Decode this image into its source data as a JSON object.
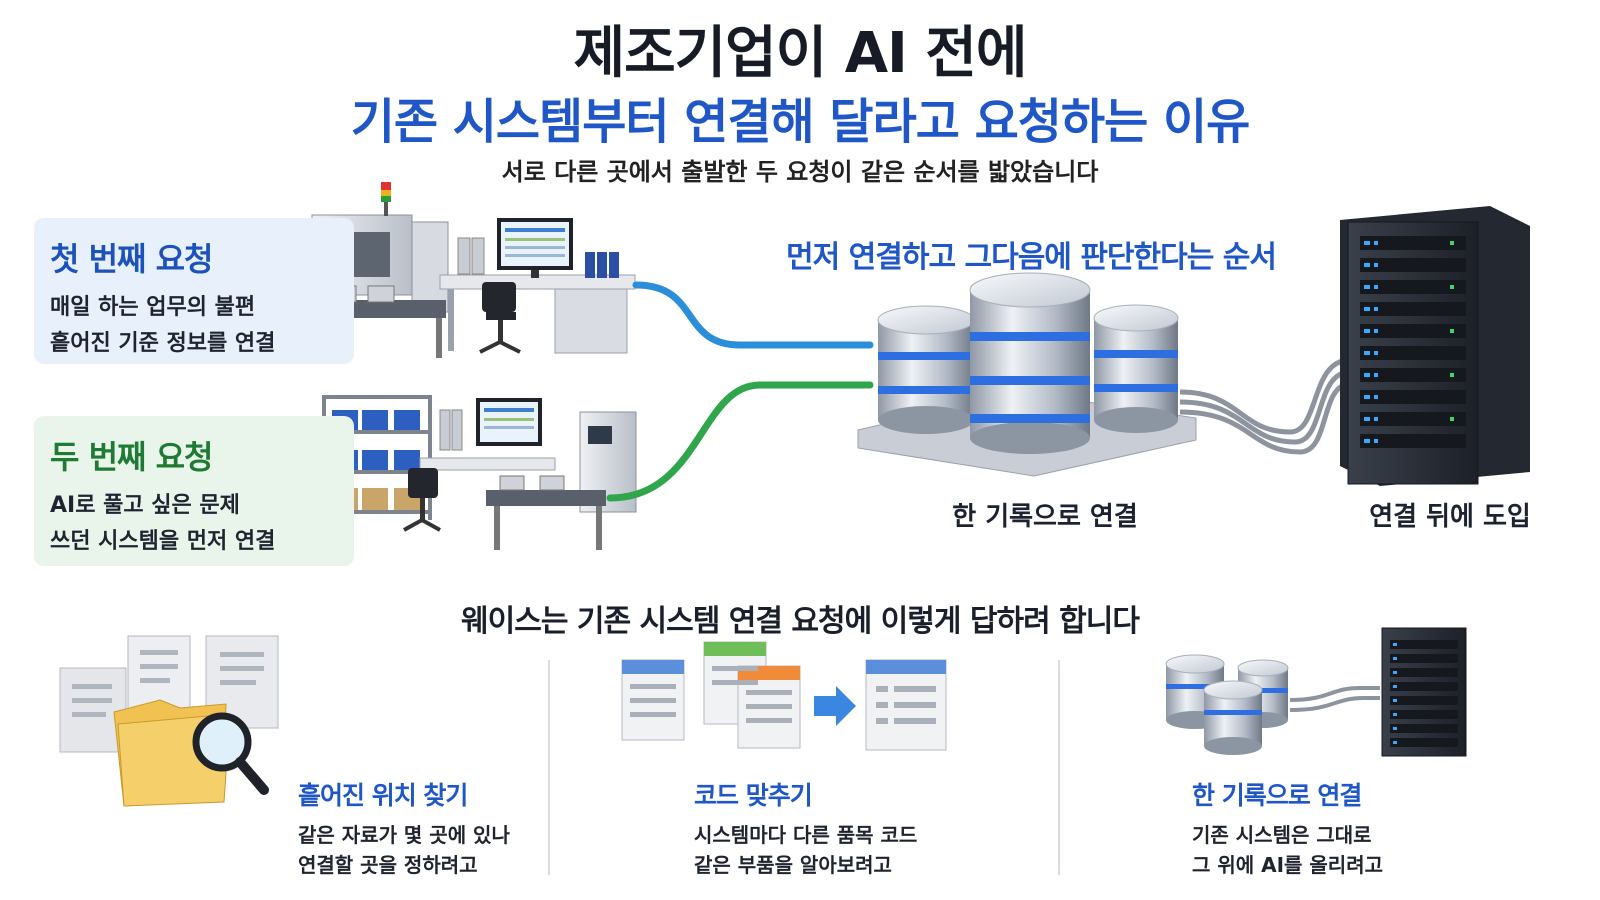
{
  "header": {
    "title_line1": "제조기업이 AI 전에",
    "title_line2": "기존 시스템부터 연결해 달라고 요청하는 이유",
    "subtitle": "서로 다른 곳에서 출발한 두 요청이 같은 순서를 밟았습니다"
  },
  "requests": [
    {
      "title": "첫 번째 요청",
      "lines": [
        "매일 하는 업무의 불편",
        "흩어진 기준 정보를 연결"
      ]
    },
    {
      "title": "두 번째 요청",
      "lines": [
        "AI로 풀고 싶은 문제",
        "쓰던 시스템을 먼저 연결"
      ]
    }
  ],
  "flow": {
    "label": "먼저 연결하고 그다음에 판단한다는 순서",
    "database_label": "한 기록으로 연결",
    "server_label": "연결 뒤에 도입"
  },
  "answers": {
    "heading": "웨이스는 기존 시스템 연결 요청에 이렇게 답하려 합니다",
    "items": [
      {
        "title": "흩어진 위치 찾기",
        "lines": [
          "같은 자료가 몇 곳에 있나",
          "연결할 곳을 정하려고"
        ]
      },
      {
        "title": "코드 맞추기",
        "lines": [
          "시스템마다 다른 품목 코드",
          "같은 부품을 알아보려고"
        ]
      },
      {
        "title": "한 기록으로 연결",
        "lines": [
          "기존 시스템은 그대로",
          "그 위에 AI를 올리려고"
        ]
      }
    ]
  },
  "colors": {
    "title_blue": "#1f57c6",
    "request1_bg": "#e8f0fb",
    "request2_bg": "#e9f5ea",
    "request1_accent": "#1d52bb",
    "request2_accent": "#1f7a34",
    "pipe_blue": "#2a8fd8",
    "pipe_green": "#2fa64c",
    "db_band": "#2d6fe0",
    "server_dark": "#2a2f38"
  }
}
